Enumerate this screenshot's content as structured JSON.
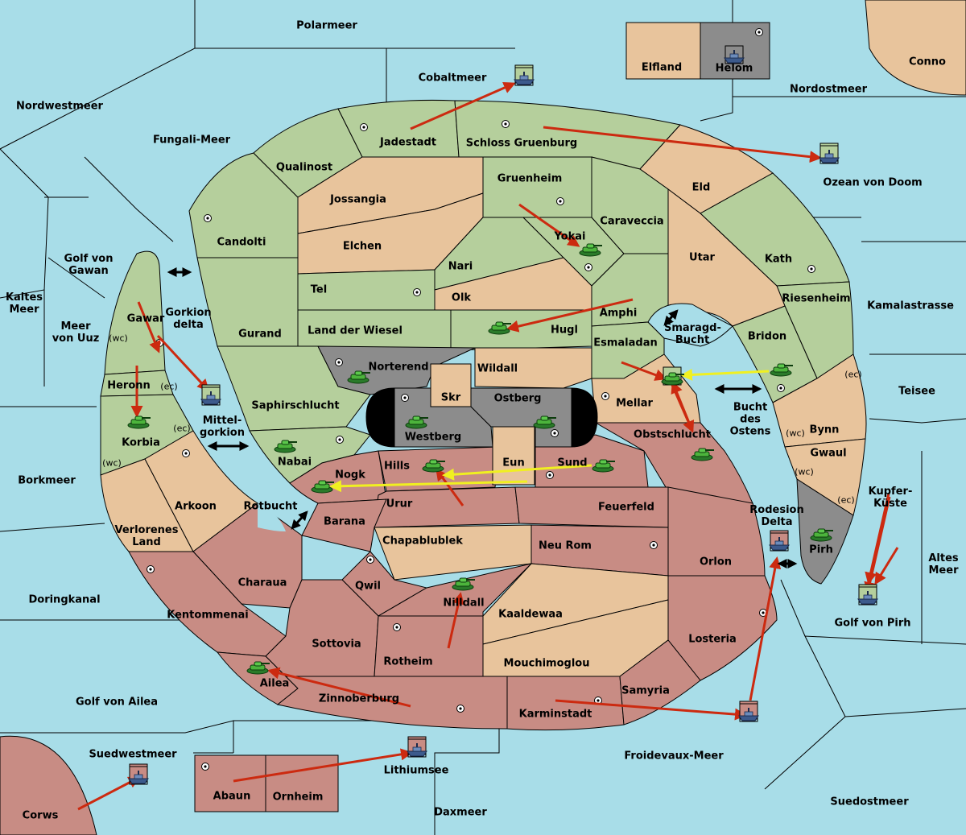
{
  "colors": {
    "sea": "#a8dde8",
    "green_faction": "#b5cf9c",
    "tan_neutral": "#e8c49c",
    "red_faction": "#c88c84",
    "gray_faction": "#8c8c8c",
    "border": "#000000",
    "move_arrow": "#cc2a10",
    "support_arrow": "#f0f020"
  },
  "seas": {
    "polarmeer": "Polarmeer",
    "nordwestmeer": "Nordwestmeer",
    "fungali_meer": "Fungali-Meer",
    "cobaltmeer": "Cobaltmeer",
    "nordostmeer": "Nordostmeer",
    "ozean_von_doom": "Ozean von Doom",
    "conno": "Conno",
    "golf_von_gawan": "Golf von Gawan",
    "kaltes_meer": "Kaltes Meer",
    "meer_von_uuz": "Meer von Uuz",
    "gorkion_delta": "Gorkion delta",
    "mittelgorkion": "Mittel-gorkion",
    "borkmeer": "Borkmeer",
    "doringkanal": "Doringkanal",
    "golf_von_ailea": "Golf von Ailea",
    "suedwestmeer": "Suedwestmeer",
    "corws": "Corws",
    "lithiumsee": "Lithiumsee",
    "daxmeer": "Daxmeer",
    "froidevaux_meer": "Froidevaux-Meer",
    "suedostmeer": "Suedostmeer",
    "golf_von_pirh": "Golf von Pirh",
    "altes_meer": "Altes Meer",
    "kupferkueste": "Kupfer-Küste",
    "teisee": "Teisee",
    "kamalastrasse": "Kamalastrasse",
    "smaragd_bucht": "Smaragd-Bucht",
    "bucht_des_ostens": "Bucht des Ostens",
    "rotbucht": "Rotbucht",
    "rodesion_delta": "Rodesion Delta"
  },
  "lands": {
    "elfland": "Elfland",
    "helom": "Helom",
    "jadestadt": "Jadestadt",
    "schloss_gruenburg": "Schloss Gruenburg",
    "qualinost": "Qualinost",
    "jossangia": "Jossangia",
    "gruenheim": "Gruenheim",
    "eld": "Eld",
    "candolti": "Candolti",
    "elchen": "Elchen",
    "caraveccia": "Caraveccia",
    "yokai": "Yokai",
    "utar": "Utar",
    "kath": "Kath",
    "nari": "Nari",
    "tel": "Tel",
    "olk": "Olk",
    "riesenheim": "Riesenheim",
    "gawar": "Gawar",
    "gurand": "Gurand",
    "land_der_wiesel": "Land der Wiesel",
    "amphi": "Amphi",
    "hugl": "Hugl",
    "bridon": "Bridon",
    "esmaladan": "Esmaladan",
    "norterend": "Norterend",
    "wildall": "Wildall",
    "heronn": "Heronn",
    "skr": "Skr",
    "ostberg": "Ostberg",
    "mellar": "Mellar",
    "saphirschlucht": "Saphirschlucht",
    "westberg": "Westberg",
    "obstschlucht": "Obstschlucht",
    "bynn": "Bynn",
    "korbia": "Korbia",
    "nabai": "Nabai",
    "hills": "Hills",
    "eun": "Eun",
    "sund": "Sund",
    "gwaul": "Gwaul",
    "nogk": "Nogk",
    "arkoon": "Arkoon",
    "urur": "Urur",
    "feuerfeld": "Feuerfeld",
    "barana": "Barana",
    "verlorenes_land": "Verlorenes Land",
    "chapablublek": "Chapablublek",
    "neu_rom": "Neu Rom",
    "pirh": "Pirh",
    "orlon": "Orlon",
    "charaua": "Charaua",
    "qwil": "Qwil",
    "nilldall": "Nilldall",
    "kentommenai": "Kentommenai",
    "kaaldewaa": "Kaaldewaa",
    "sottovia": "Sottovia",
    "losteria": "Losteria",
    "rotheim": "Rotheim",
    "mouchimoglou": "Mouchimoglou",
    "ailea": "Ailea",
    "samyria": "Samyria",
    "zinnoberburg": "Zinnoberburg",
    "karminstadt": "Karminstadt",
    "abaun": "Abaun",
    "ornheim": "Ornheim"
  },
  "coasts": {
    "wc": "(wc)",
    "ec": "(ec)"
  },
  "icons": [
    "fleet-icon",
    "army-icon",
    "supply-center-icon",
    "move-arrow",
    "support-arrow",
    "convoy-double-arrow"
  ]
}
